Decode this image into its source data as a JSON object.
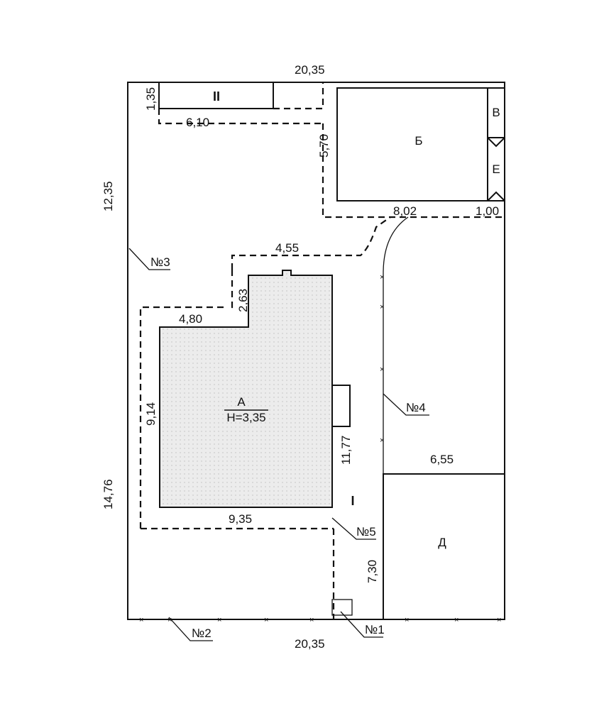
{
  "dimensions": {
    "top": "20,35",
    "bottom": "20,35",
    "left_upper": "12,35",
    "left_lower": "14,76",
    "ii_height": "1,35",
    "ii_width": "6,10",
    "b_side": "5,70",
    "b_bottom": "8,02",
    "v_e_bottom": "1,00",
    "a_ext_top": "4,55",
    "a_ext_side": "2,63",
    "a_top_left": "4,80",
    "a_left": "9,14",
    "a_bottom": "9,35",
    "a_right": "11,77",
    "d_top": "6,55",
    "d_left": "7,30"
  },
  "buildings": {
    "a_letter": "А",
    "a_height": "Н=3,35",
    "b_letter": "Б",
    "v_letter": "В",
    "e_letter": "Е",
    "d_letter": "Д",
    "i_roman": "I",
    "ii_roman": "II"
  },
  "points": {
    "p1": "№1",
    "p2": "№2",
    "p3": "№3",
    "p4": "№4",
    "p5": "№5"
  }
}
